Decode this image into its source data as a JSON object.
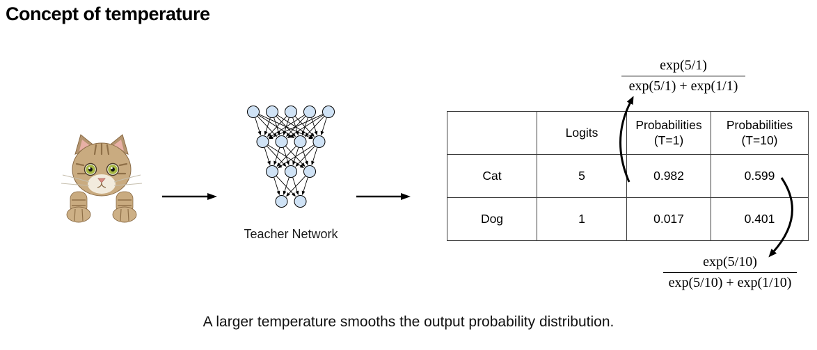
{
  "title": "Concept of temperature",
  "caption": "A larger temperature smooths the output probability distribution.",
  "network": {
    "label": "Teacher Network",
    "layers": [
      5,
      4,
      3,
      2
    ],
    "node_color": "#cfe2f5",
    "node_stroke": "#000000"
  },
  "table": {
    "headers": [
      "",
      "Logits",
      "Probabilities\n(T=1)",
      "Probabilities\n(T=10)"
    ],
    "rows": [
      [
        "Cat",
        "5",
        "0.982",
        "0.599"
      ],
      [
        "Dog",
        "1",
        "0.017",
        "0.401"
      ]
    ]
  },
  "formulas": {
    "t1": {
      "numerator": "exp(5/1)",
      "denominator": "exp(5/1) + exp(1/1)"
    },
    "t10": {
      "numerator": "exp(5/10)",
      "denominator": "exp(5/10) + exp(1/10)"
    }
  },
  "colors": {
    "arrow": "#000000",
    "table_border": "#3c3c3c"
  }
}
